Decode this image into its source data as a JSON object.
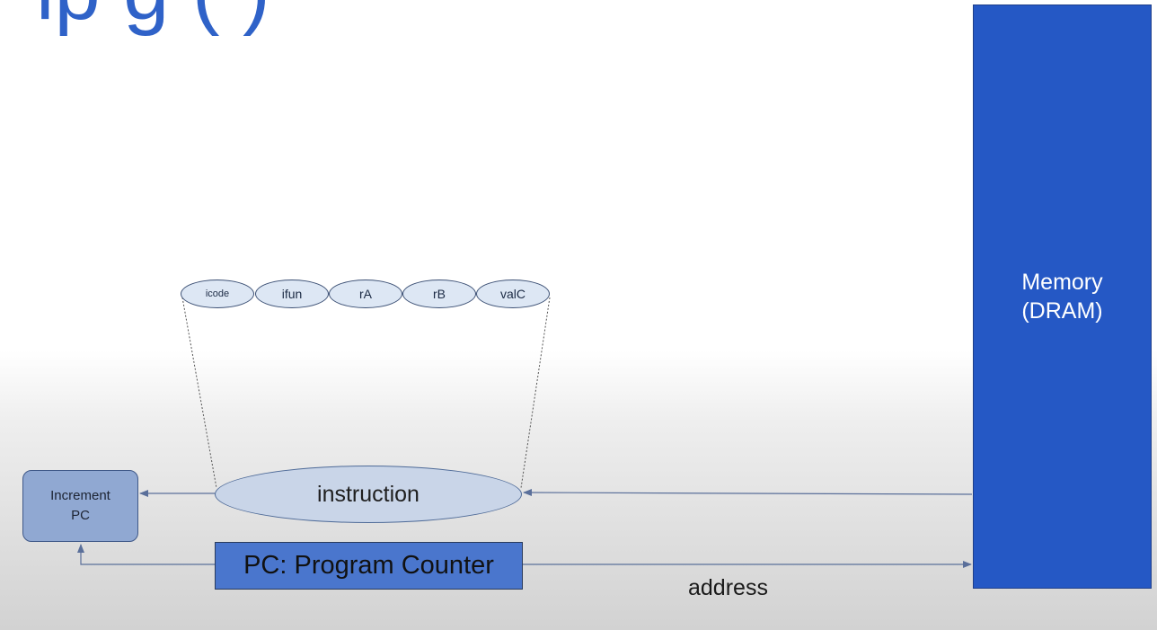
{
  "slide": {
    "title_fragment": "ip  g    (  )"
  },
  "instruction_fields": [
    {
      "label": "icode"
    },
    {
      "label": "ifun"
    },
    {
      "label": "rA"
    },
    {
      "label": "rB"
    },
    {
      "label": "valC"
    }
  ],
  "instruction": {
    "label": "instruction"
  },
  "increment_pc": {
    "label": "Increment\nPC"
  },
  "pc_register": {
    "label": "PC: Program Counter"
  },
  "memory": {
    "label": "Memory\n(DRAM)"
  },
  "wires": {
    "address_label": "address"
  },
  "colors": {
    "title": "#2f62c8",
    "memory_fill": "#2558c5",
    "pc_fill": "#4a76cd",
    "increment_fill": "#90a8d2",
    "instruction_fill": "#c9d5e8",
    "field_fill": "#dde7f4",
    "wire": "#5a6f9a"
  }
}
